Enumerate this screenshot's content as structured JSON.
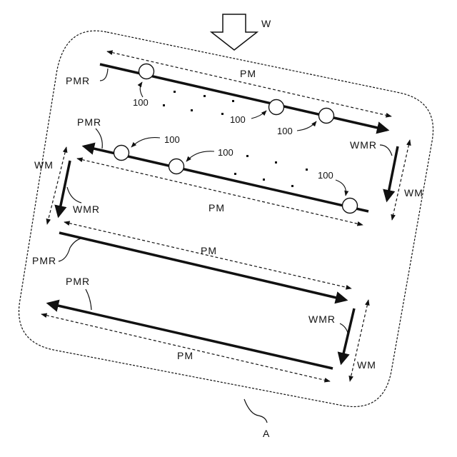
{
  "labels": {
    "w": "W",
    "a": "A",
    "pm": "PM",
    "pmr": "PMR",
    "wm": "WM",
    "wmr": "WMR",
    "unit": "100"
  },
  "colors": {
    "ink": "#111111",
    "background": "#ffffff"
  }
}
